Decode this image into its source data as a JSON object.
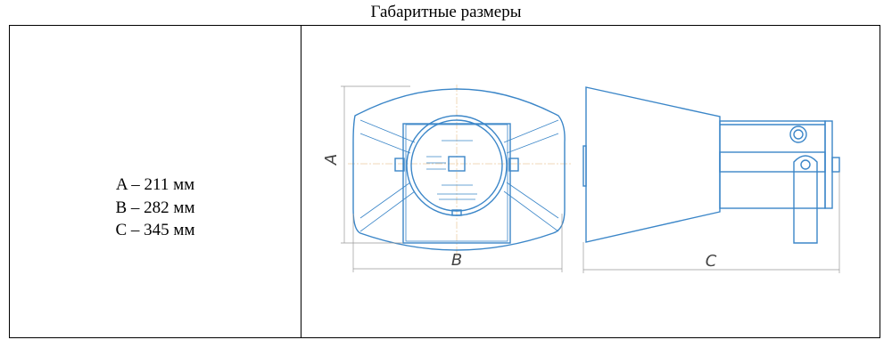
{
  "title": "Габаритные размеры",
  "dimensions": [
    "A – 211 мм",
    "B – 282 мм",
    "C – 345 мм"
  ],
  "drawing_labels": {
    "a": "A",
    "b": "B",
    "c": "C"
  },
  "line_color": "#3b86c8"
}
